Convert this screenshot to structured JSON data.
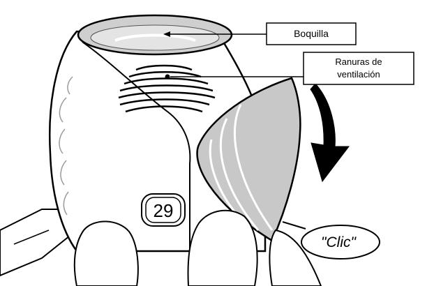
{
  "labels": {
    "mouthpiece": "Boquilla",
    "vents_line1": "Ranuras de",
    "vents_line2": "ventilación",
    "counter": "29",
    "click": "\"Clic\""
  },
  "colors": {
    "outline": "#000000",
    "device_fill": "#ffffff",
    "mouthpiece_fill": "#cfcfcf",
    "cover_fill": "#c8c8c8",
    "arrow_fill": "#000000"
  }
}
